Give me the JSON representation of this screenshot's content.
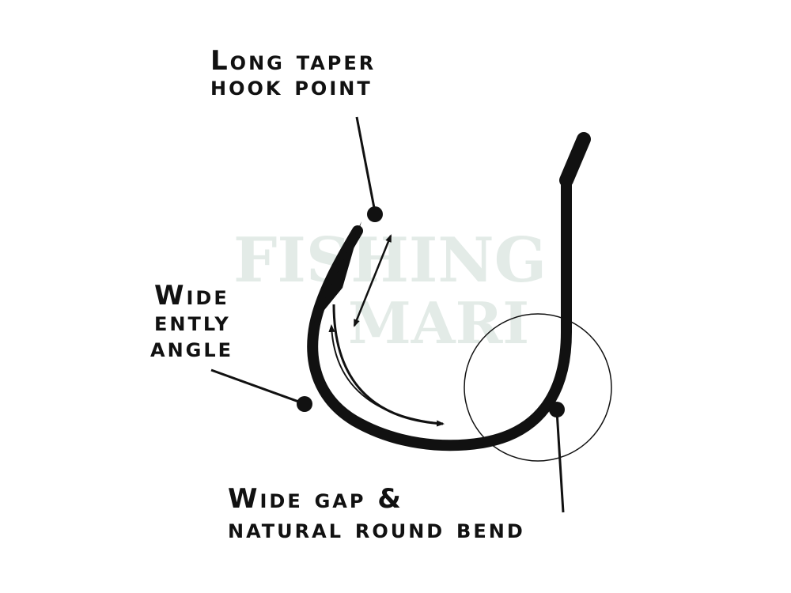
{
  "watermark": {
    "line1": "FISHING",
    "line2": "MARI"
  },
  "labels": {
    "hook_point_line1": "Long taper",
    "hook_point_line2": "hook point",
    "angle_line1": "Wide",
    "angle_line2": "ently",
    "angle_line3": "angle",
    "bend_line1": "Wide gap &",
    "bend_line2": "natural round bend"
  },
  "colors": {
    "ink": "#111111",
    "watermark": "#e3ebe7",
    "background": "#ffffff"
  }
}
